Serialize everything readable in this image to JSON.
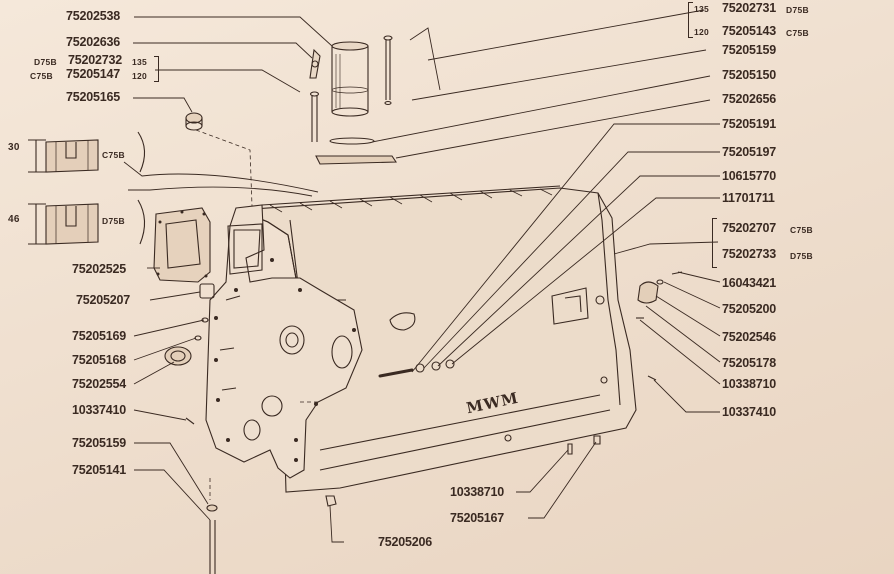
{
  "callouts": [
    {
      "code": "75202538"
    },
    {
      "code": "75202636"
    },
    {
      "code": "75202732",
      "variant_left": "D75B",
      "variant_right": "135"
    },
    {
      "code": "75205147",
      "variant_left": "C75B",
      "variant_right": "120"
    },
    {
      "code": "75205165"
    },
    {
      "code": "75202525"
    },
    {
      "code": "75205207"
    },
    {
      "code": "75205169"
    },
    {
      "code": "75205168"
    },
    {
      "code": "75202554"
    },
    {
      "code": "10337410"
    },
    {
      "code": "75205159"
    },
    {
      "code": "75205141"
    },
    {
      "code": "75205206"
    },
    {
      "code": "10338710"
    },
    {
      "code": "75205167"
    },
    {
      "code": "75202731",
      "variant_left": "135",
      "variant_right": "D75B"
    },
    {
      "code": "75205143",
      "variant_left": "120",
      "variant_right": "C75B"
    },
    {
      "code": "75205159"
    },
    {
      "code": "75205150"
    },
    {
      "code": "75202656"
    },
    {
      "code": "75205191"
    },
    {
      "code": "75205197"
    },
    {
      "code": "10615770"
    },
    {
      "code": "11701711"
    },
    {
      "code": "75202707",
      "variant_right": "C75B"
    },
    {
      "code": "75202733",
      "variant_right": "D75B"
    },
    {
      "code": "16043421"
    },
    {
      "code": "75205200"
    },
    {
      "code": "75202546"
    },
    {
      "code": "75205178"
    },
    {
      "code": "10338710"
    },
    {
      "code": "10337410"
    }
  ],
  "details": [
    {
      "dimension": "30",
      "variant": "C75B"
    },
    {
      "dimension": "46",
      "variant": "D75B"
    }
  ],
  "logo_text": "MWM"
}
